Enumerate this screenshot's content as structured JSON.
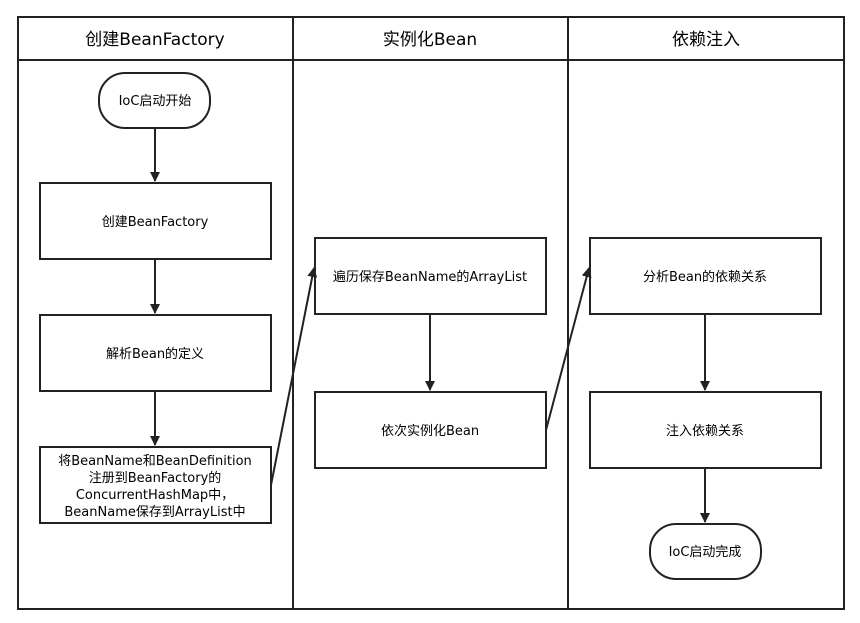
{
  "lanes": [
    {
      "id": "lane-create-factory",
      "title": "创建BeanFactory"
    },
    {
      "id": "lane-instantiate",
      "title": "实例化Bean"
    },
    {
      "id": "lane-inject",
      "title": "依赖注入"
    }
  ],
  "nodes": {
    "start": "IoC启动开始",
    "create_factory": "创建BeanFactory",
    "parse_definition": "解析Bean的定义",
    "register_lines": [
      "将BeanName和BeanDefinition",
      "注册到BeanFactory的",
      "ConcurrentHashMap中，",
      "BeanName保存到ArrayList中"
    ],
    "iterate_list": "遍历保存BeanName的ArrayList",
    "instantiate_in_order": "依次实例化Bean",
    "analyze_deps": "分析Bean的依赖关系",
    "inject_deps": "注入依赖关系",
    "end": "IoC启动完成"
  },
  "style": {
    "stroke": "#222222",
    "fill": "#ffffff"
  }
}
